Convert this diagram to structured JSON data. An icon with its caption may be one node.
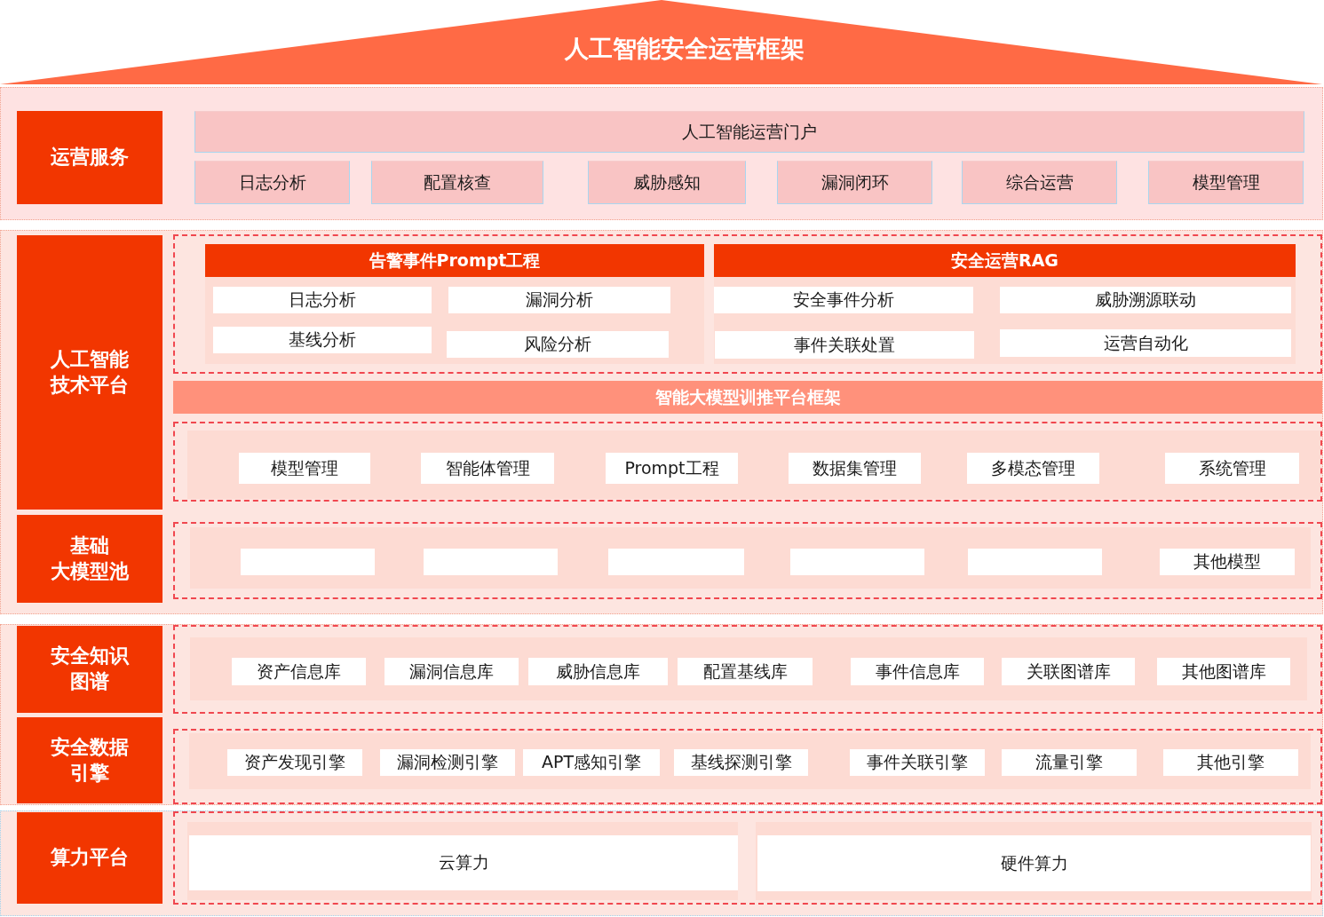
{
  "diagram": {
    "nodes": [
      {
        "text": [
          "人工智能安全运营框架"
        ]
      },
      {
        "text": [],
        "shape": "box"
      },
      {
        "text": [
          "运营服务"
        ],
        "in": 1
      },
      {
        "text": [
          "人工智能运营门户"
        ],
        "in": 1
      },
      {
        "text": [
          "日志分析"
        ],
        "in": 1
      },
      {
        "text": [
          "配置核查"
        ],
        "in": 1
      },
      {
        "text": [
          "威胁感知"
        ],
        "in": 1
      },
      {
        "text": [
          "漏洞闭环"
        ],
        "in": 1
      },
      {
        "text": [
          "综合运营"
        ],
        "in": 1
      },
      {
        "text": [
          "模型管理"
        ],
        "in": 1
      },
      {
        "text": [],
        "shape": "box"
      },
      {
        "text": [
          "人工智能技术平台"
        ],
        "in": 10
      },
      {
        "text": [],
        "shape": "box",
        "in": 10
      },
      {
        "text": [
          "告警事件Prompt工程"
        ],
        "in": 12
      },
      {
        "text": [
          "日志分析"
        ],
        "in": 13
      },
      {
        "text": [
          "漏洞分析"
        ],
        "in": 13
      },
      {
        "text": [
          "基线分析"
        ],
        "in": 13
      },
      {
        "text": [
          "风险分析"
        ],
        "in": 13
      },
      {
        "text": [
          "安全运营RAG"
        ],
        "in": 12
      },
      {
        "text": [
          "安全事件分析"
        ],
        "in": 18
      },
      {
        "text": [
          "威胁溯源联动"
        ],
        "in": 18
      },
      {
        "text": [
          "事件关联处置"
        ],
        "in": 18
      },
      {
        "text": [
          "运营自动化"
        ],
        "in": 18
      },
      {
        "text": [
          "智能大模型训推平台框架"
        ],
        "in": 10
      },
      {
        "text": [],
        "shape": "box",
        "in": 10
      },
      {
        "text": [
          "模型管理"
        ],
        "in": 24
      },
      {
        "text": [
          "智能体管理"
        ],
        "in": 24
      },
      {
        "text": [
          "Prompt工程"
        ],
        "in": 24
      },
      {
        "text": [
          "数据集管理"
        ],
        "in": 24
      },
      {
        "text": [
          "多模态管理"
        ],
        "in": 24
      },
      {
        "text": [
          "系统管理"
        ],
        "in": 24
      },
      {
        "text": [
          "基础大模型池"
        ],
        "in": 10
      },
      {
        "text": [],
        "shape": "box",
        "in": 10
      },
      {
        "text": [],
        "shape": "box",
        "in": 32
      },
      {
        "text": [],
        "shape": "box",
        "in": 32
      },
      {
        "text": [],
        "shape": "box",
        "in": 32
      },
      {
        "text": [],
        "shape": "box",
        "in": 32
      },
      {
        "text": [],
        "shape": "box",
        "in": 32
      },
      {
        "text": [
          "其他模型"
        ],
        "in": 32
      },
      {
        "text": [],
        "shape": "box"
      },
      {
        "text": [
          "安全知识图谱"
        ],
        "in": 39
      },
      {
        "text": [],
        "shape": "box",
        "in": 39
      },
      {
        "text": [
          "资产信息库"
        ],
        "in": 41
      },
      {
        "text": [
          "漏洞信息库"
        ],
        "in": 41
      },
      {
        "text": [
          "威胁信息库"
        ],
        "in": 41
      },
      {
        "text": [
          "配置基线库"
        ],
        "in": 41
      },
      {
        "text": [
          "事件信息库"
        ],
        "in": 41
      },
      {
        "text": [
          "关联图谱库"
        ],
        "in": 41
      },
      {
        "text": [
          "其他图谱库"
        ],
        "in": 41
      },
      {
        "text": [
          "安全数据引擎"
        ],
        "in": 39
      },
      {
        "text": [],
        "shape": "box",
        "in": 39
      },
      {
        "text": [
          "资产发现引擎"
        ],
        "in": 50
      },
      {
        "text": [
          "漏洞检测引擎"
        ],
        "in": 50
      },
      {
        "text": [
          "APT感知引擎"
        ],
        "in": 50
      },
      {
        "text": [
          "基线探测引擎"
        ],
        "in": 50
      },
      {
        "text": [
          "事件关联引擎"
        ],
        "in": 50
      },
      {
        "text": [
          "流量引擎"
        ],
        "in": 50
      },
      {
        "text": [
          "其他引擎"
        ],
        "in": 50
      },
      {
        "text": [],
        "shape": "box"
      },
      {
        "text": [
          "算力平台"
        ],
        "in": 58
      },
      {
        "text": [],
        "shape": "box",
        "in": 58
      },
      {
        "text": [
          "云算力"
        ],
        "in": 60
      },
      {
        "text": [
          "硬件算力"
        ],
        "in": 60
      }
    ]
  }
}
